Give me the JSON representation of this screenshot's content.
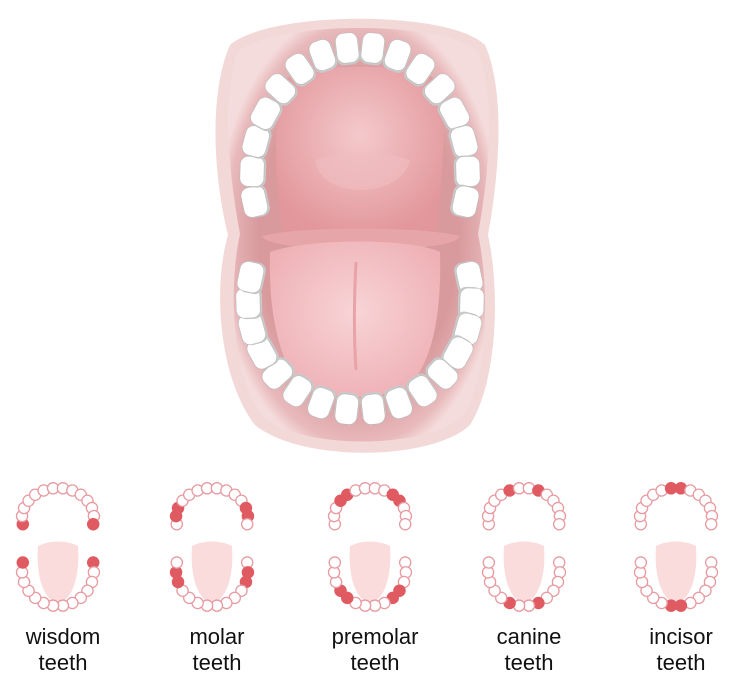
{
  "colors": {
    "lip_outer": "#f1d2d2",
    "lip": "#dba0a0",
    "lip_dark": "#c47f84",
    "palate": "#e9a9ad",
    "palate_light": "#f3c4c6",
    "tongue": "#f3c4c8",
    "tooth": "#ffffff",
    "tooth_shadow": "#c9c9c9",
    "highlight": "#e05a62",
    "outline": "#e79aa0",
    "thumb_tongue": "#fadcdc"
  },
  "tooth_types": [
    {
      "id": "wisdom",
      "line1": "wisdom",
      "line2": "teeth"
    },
    {
      "id": "molar",
      "line1": "molar",
      "line2": "teeth"
    },
    {
      "id": "premolar",
      "line1": "premolar",
      "line2": "teeth"
    },
    {
      "id": "canine",
      "line1": "canine",
      "line2": "teeth"
    },
    {
      "id": "incisor",
      "line1": "incisor",
      "line2": "teeth"
    }
  ]
}
